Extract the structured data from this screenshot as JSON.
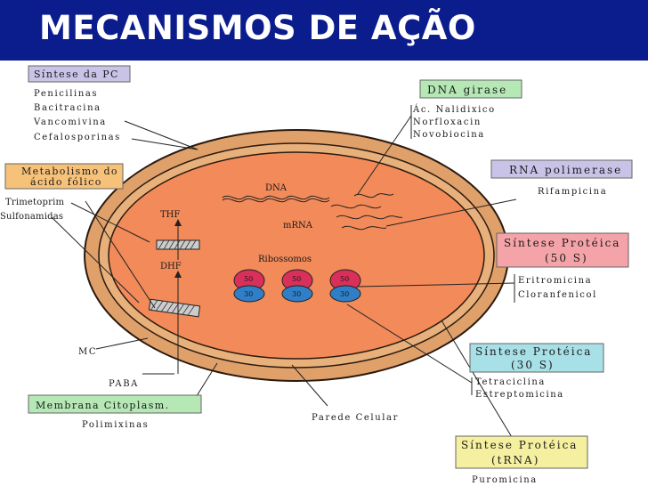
{
  "title": "MECANISMOS DE AÇÃO",
  "colors": {
    "header": "#0b1c8c",
    "cell_outer": "#e0a06a",
    "cell_inner": "#f28a5a",
    "ribosome_top": "#d8305a",
    "ribosome_bottom": "#2f7fc8",
    "box_lavender": "#c9c3e8",
    "box_green": "#b5e8b5",
    "box_orange": "#f6c27a",
    "box_pink": "#f4a3a8",
    "box_cyan": "#a7e0e6",
    "box_yellow": "#f5f0a0"
  },
  "boxes": {
    "sintese_pc": "Síntese da PC",
    "dna_girase": "DNA girase",
    "metabolismo_line1": "Metabolismo do",
    "metabolismo_line2": "ácido fólico",
    "rna_polimerase": "RNA polimerase",
    "proteica50_line1": "Síntese Protéica",
    "proteica50_line2": "(50 S)",
    "proteica30_line1": "Síntese Protéica",
    "proteica30_line2": "(30 S)",
    "membrana": "Membrana Citoplasm.",
    "proteica_trna_line1": "Síntese Protéica",
    "proteica_trna_line2": "(tRNA)"
  },
  "drugs": {
    "pc": [
      "Penicilinas",
      "Bacitracina",
      "Vancomivina",
      "Cefalosporinas"
    ],
    "dna_girase": [
      "Ác. Nalidixico",
      "Norfloxacin",
      "Novobiocina"
    ],
    "folico": [
      "Trimetoprim",
      "Sulfonamidas"
    ],
    "rna_polimerase": [
      "Rifampicina"
    ],
    "proteica50": [
      "Eritromicina",
      "Cloranfenicol"
    ],
    "proteica30": [
      "Tetraciclina",
      "Estreptomicina"
    ],
    "membrana": [
      "Polimixinas"
    ],
    "trna": [
      "Puromicina"
    ]
  },
  "cell_labels": {
    "dna": "DNA",
    "mrna": "mRNA",
    "thf": "THF",
    "dhf": "DHF",
    "ribossomos": "Ribossomos",
    "mc": "MC",
    "paba": "PABA",
    "parede": "Parede Celular"
  },
  "ribosomes": [
    {
      "top": "50",
      "bottom": "30"
    },
    {
      "top": "50",
      "bottom": "30"
    },
    {
      "top": "50",
      "bottom": "30"
    }
  ]
}
